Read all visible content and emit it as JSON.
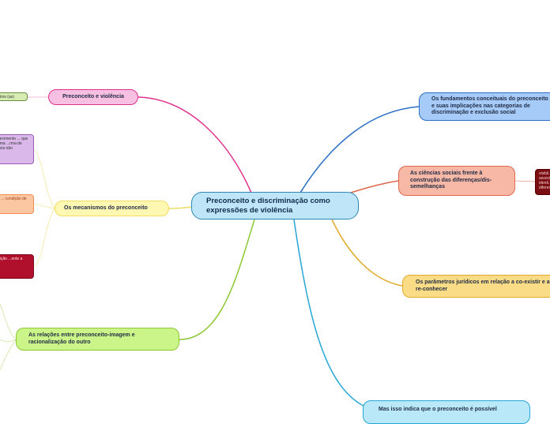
{
  "center": {
    "label": "Preconceito e discriminação como expressões de violência"
  },
  "topics": {
    "fundamentos": "Os fundamentos conceituais do preconceito e suas implicações nas categorias de discriminação e exclusão social",
    "ciencias": "As ciências sociais frente à construção das diferenças/dis-semelhanças",
    "parametros": "Os parâmetros jurídicos em relação a co-existir e a re-conhecer",
    "mas_isso": "Mas isso indica que o preconceito é possível",
    "preconceito_violencia": "Preconceito e violência",
    "mecanismos": "Os mecanismos do preconceito",
    "relacoes": "As relações entre preconceito-imagem e racionalização do outro"
  },
  "subnodes": {
    "outros": "outros (as)",
    "visibil": "visibil... associ... identi... diferen...",
    "purple": "...nhecimento ... que há uma ...rma de ...ência não",
    "orange": "...de ... condição de ...e'",
    "crimson": "...buição ...ente a ...no"
  },
  "colors": {
    "center": "#2f86b8",
    "blue": "#2b6fc5",
    "salmon": "#e0664d",
    "yellow": "#e2a92a",
    "cyan": "#27a6d8",
    "pink": "#e0328c",
    "light_yellow": "#eedd60",
    "green": "#8cc832"
  }
}
